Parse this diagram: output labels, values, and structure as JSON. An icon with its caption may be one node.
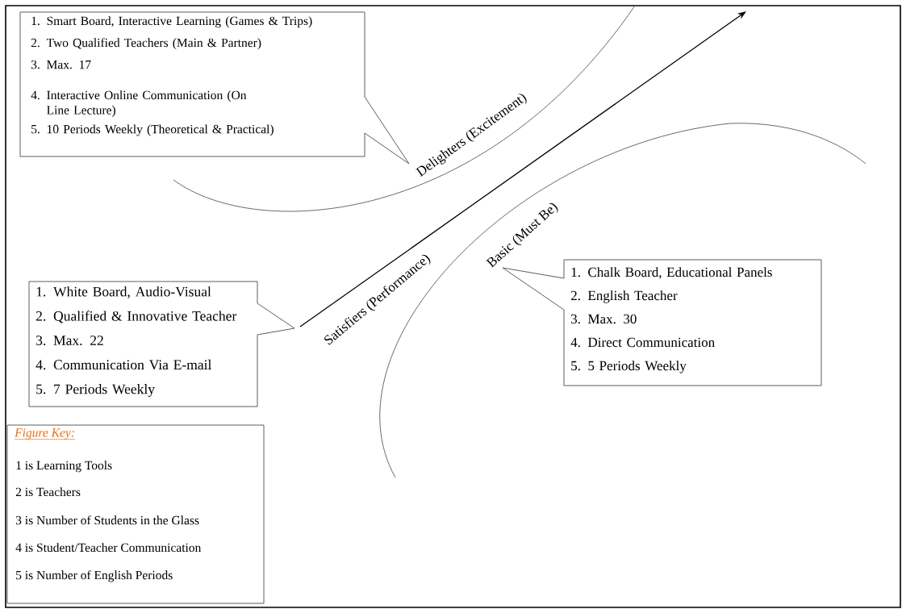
{
  "diagram": {
    "nodes": [
      {
        "text": [
          "1. Smart Board, Interactive Learning (Games & Trips)",
          "2. Two Qualified Teachers (Main & Partner)",
          "3. Max. 17",
          "4. Interactive Online Communication (On Line Lecture)",
          "5. 10 Periods Weekly (Theoretical & Practical)"
        ]
      },
      {
        "text": [
          "1. White Board, Audio-Visual",
          "2. Qualified & Innovative Teacher",
          "3. Max. 22",
          "4. Communication Via E-mail",
          "5. 7 Periods Weekly"
        ]
      },
      {
        "text": [
          "1. Chalk Board, Educational Panels",
          "2. English Teacher",
          "3. Max. 30",
          "4. Direct Communication",
          "5. 5 Periods Weekly"
        ]
      },
      {
        "text": [
          "Figure Key:",
          "1 is Learning Tools",
          "2 is Teachers",
          "3 is Number of Students in the Glass",
          "4 is Student/Teacher Communication",
          "5 is Number of English Periods"
        ]
      }
    ],
    "labels": [
      "Delighters (Excitement)",
      "Satisfiers (Performance)",
      "Basic (Must Be)"
    ]
  }
}
